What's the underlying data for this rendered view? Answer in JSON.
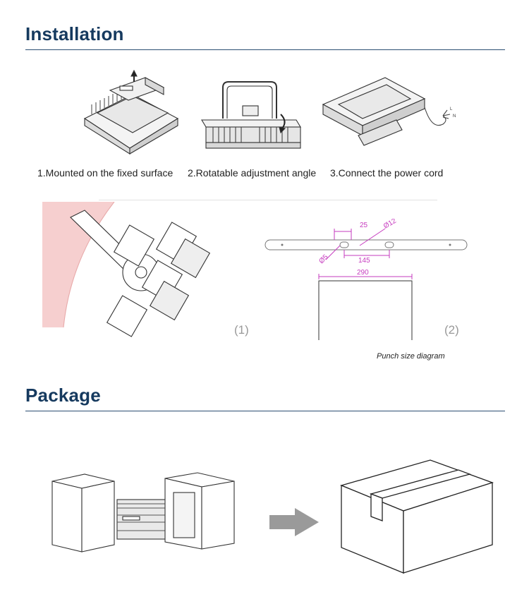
{
  "installation": {
    "title": "Installation",
    "captions": [
      "1.Mounted on the fixed surface",
      "2.Rotatable adjustment angle",
      "3.Connect the power cord"
    ],
    "diagram": {
      "label_1": "(1)",
      "label_2": "(2)",
      "dim_25": "25",
      "dim_phi12": "Ø12",
      "dim_phi5": "Ø5",
      "dim_145": "145",
      "dim_290": "290",
      "punch_caption": "Punch size diagram"
    },
    "wire_labels": [
      "L",
      "N"
    ]
  },
  "package": {
    "title": "Package"
  },
  "colors": {
    "heading": "#163a5f",
    "rule": "#2b4e72",
    "dimension": "#c63bbf",
    "wall": "#f2c7c7",
    "arrow": "#9a9a9a"
  }
}
